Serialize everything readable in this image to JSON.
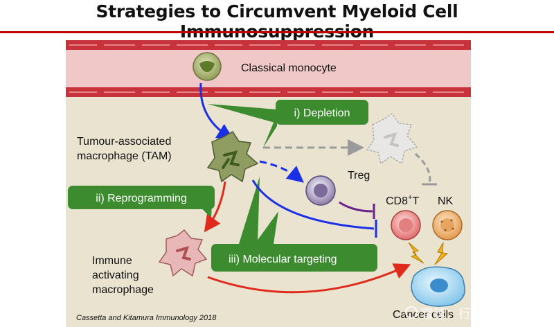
{
  "title": "Strategies to Circumvent Myeloid Cell Immunosuppression",
  "labels": {
    "classical_monocyte": "Classical monocyte",
    "tam_line1": "Tumour-associated",
    "tam_line2": "macrophage (TAM)",
    "treg": "Treg",
    "cd8_main": "CD8",
    "cd8_sup": "+",
    "cd8_t": "T",
    "nk": "NK",
    "immune_line1": "Immune",
    "immune_line2": "activating",
    "immune_line3": "macrophage",
    "cancer_cells": "Cancer cells"
  },
  "strategies": {
    "depletion": "i) Depletion",
    "reprogramming": "ii) Reprogramming",
    "molecular": "iii) Molecular",
    "targeting": "targeting"
  },
  "citation": "Cassetta and Kitamura Immunology 2018",
  "watermark": "雪球：行舟Drug",
  "colors": {
    "green": "#3d8b2f",
    "blue": "#1a2fe6",
    "red": "#e02a1c",
    "purple": "#6a1f8a",
    "vessel": "#f0c8c8",
    "background": "#e9e3d0"
  }
}
